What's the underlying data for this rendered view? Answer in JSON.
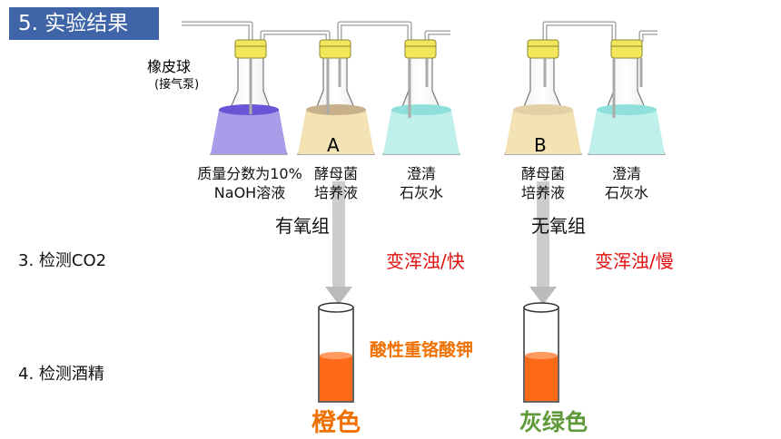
{
  "title": "5. 实验结果",
  "pump_label": {
    "line1": "橡皮球",
    "line2": "(接气泵)"
  },
  "flask_labels": {
    "A": "A",
    "B": "B"
  },
  "captions": {
    "naoh_line1": "质量分数为10%",
    "naoh_line2": "NaOH溶液",
    "yeast_a_line1": "酵母菌",
    "yeast_a_line2": "培养液",
    "lime_a_line1": "澄清",
    "lime_a_line2": "石灰水",
    "yeast_b_line1": "酵母菌",
    "yeast_b_line2": "培养液",
    "lime_b_line1": "澄清",
    "lime_b_line2": "石灰水"
  },
  "groups": {
    "aerobic": "有氧组",
    "anaerobic": "无氧组"
  },
  "rows": {
    "co2": "3. 检测CO2",
    "alcohol": "4. 检测酒精"
  },
  "results": {
    "co2_aerobic": "变浑浊/快",
    "co2_anaerobic": "变浑浊/慢",
    "reagent": "酸性重铬酸钾",
    "color_aerobic": "橙色",
    "color_anaerobic": "灰绿色"
  },
  "colors": {
    "title_bg": "#3f64a8",
    "naoh_liquid": "#a99ce8",
    "yeast_liquid": "#f3e2b4",
    "lime_liquid": "#bff0ec",
    "stopper": "#f3e65a",
    "result_red": "#e01010",
    "orange": "#f07000",
    "gray_green": "#5e9a3a"
  }
}
